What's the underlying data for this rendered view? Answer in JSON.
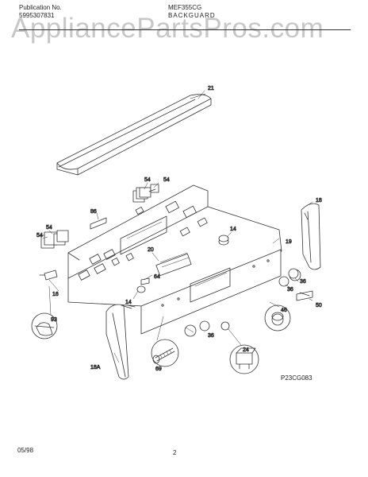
{
  "header": {
    "publication_label": "Publication No.",
    "publication_number": "5995307831",
    "model": "MEF355CG",
    "section": "BACKGUARD"
  },
  "watermark": "AppliancePartsPros.com",
  "figure_code": "P23CG083",
  "footer": {
    "date": "05/98",
    "page": "2"
  },
  "callouts": {
    "c21": "21",
    "c54a": "54",
    "c54b": "54",
    "c86": "86",
    "c54c": "54",
    "c54d": "54",
    "c18": "18",
    "c14a": "14",
    "c19": "19",
    "c20": "20",
    "c64": "64",
    "c16": "16",
    "c14b": "14",
    "c36a": "36",
    "c36b": "36",
    "c46": "46",
    "c50": "50",
    "c93": "93",
    "c18A": "18A",
    "c36c": "36",
    "c69": "69",
    "c24": "24"
  }
}
